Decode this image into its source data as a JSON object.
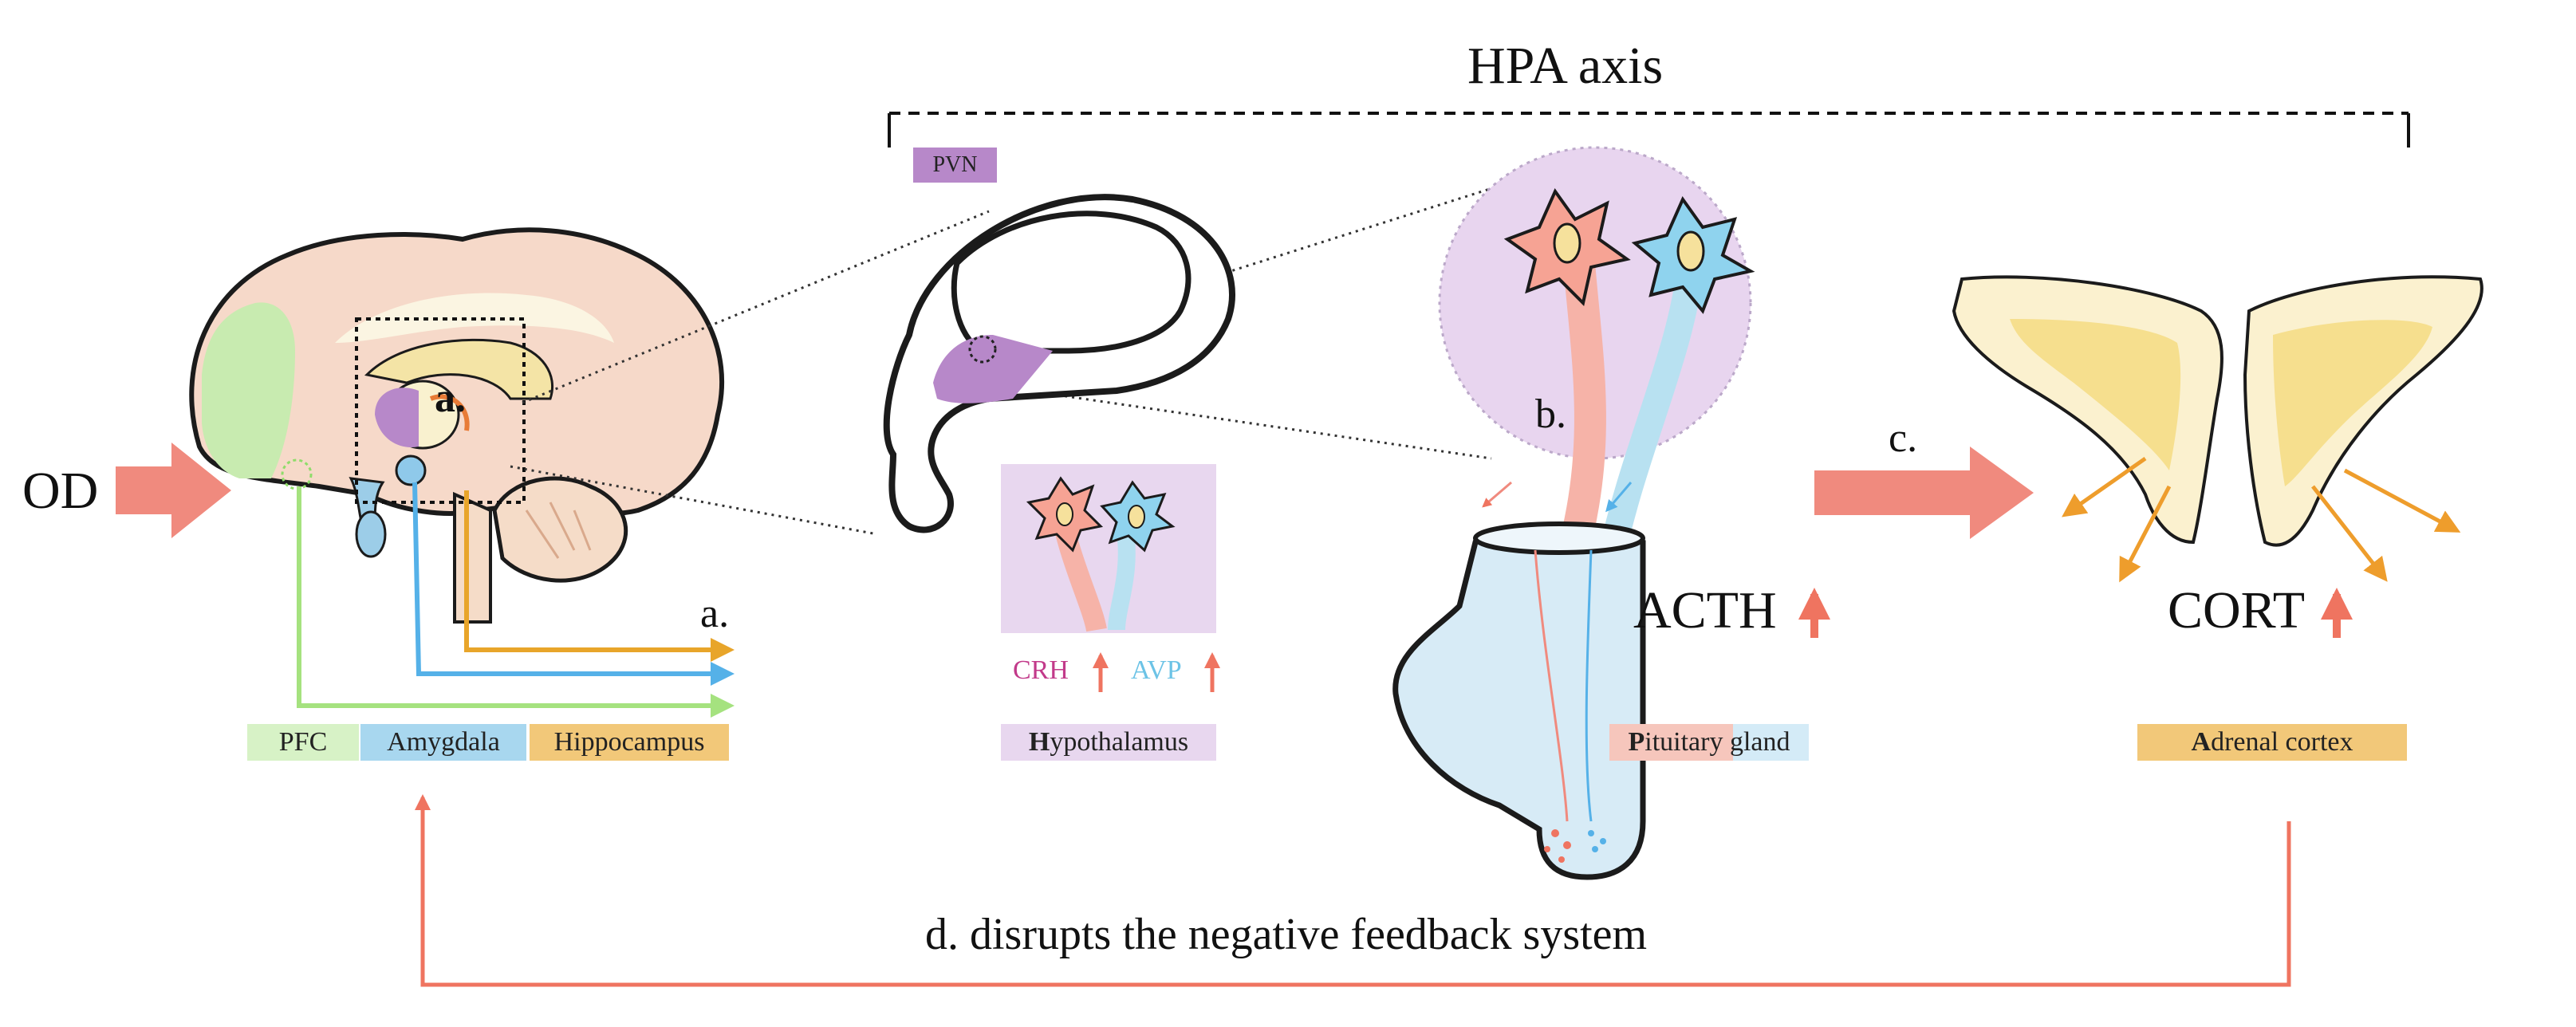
{
  "title": "HPA axis",
  "input_label": "OD",
  "step_labels": {
    "a": "a.",
    "b": "b.",
    "c": "c."
  },
  "brain_regions": [
    {
      "label": "PFC",
      "color": "#d7f2c6"
    },
    {
      "label": "Amygdala",
      "color": "#a8d7ef"
    },
    {
      "label": "Hippocampus",
      "color": "#f2c879"
    }
  ],
  "hypothalamus": {
    "zoom_label": "PVN",
    "label_bold": "H",
    "label_rest": "ypothalamus",
    "hormones": [
      {
        "label": "CRH",
        "color": "#c23a8a"
      },
      {
        "label": "AVP",
        "color": "#6cc3e6"
      }
    ]
  },
  "pituitary": {
    "label_bold": "P",
    "label_rest": "ituitary gland",
    "hormone": "ACTH"
  },
  "adrenal": {
    "label_bold": "A",
    "label_rest": "drenal cortex",
    "hormone": "CORT"
  },
  "feedback_text": "d. disrupts the negative feedback system",
  "colors": {
    "salmon": "#f08a7e",
    "feedback": "#ef7460",
    "pfc": "#8fdc6a",
    "amygdala": "#55b1e8",
    "hippocampus": "#e8a52a",
    "pvn": "#b788c9",
    "adrenal_arrow": "#ee9d2c"
  }
}
